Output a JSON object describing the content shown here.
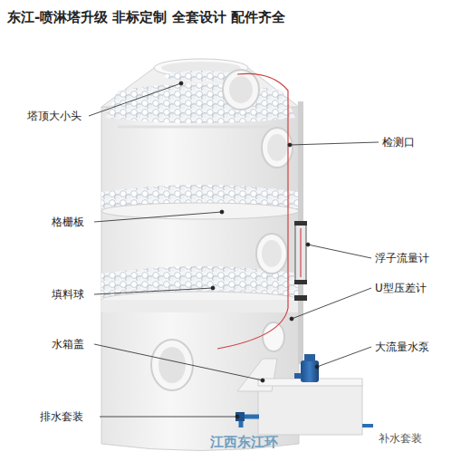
{
  "diagram": {
    "title": "东江-喷淋塔升级 非标定制 全套设计 配件齐全",
    "labels": [
      "塔顶大小头",
      "检测口",
      "格栅板",
      "浮子流量计",
      "填料球",
      "U型压差计",
      "水箱盖",
      "大流量水泵",
      "排水套装",
      "补水套装",
      "江西东江环"
    ]
  }
}
